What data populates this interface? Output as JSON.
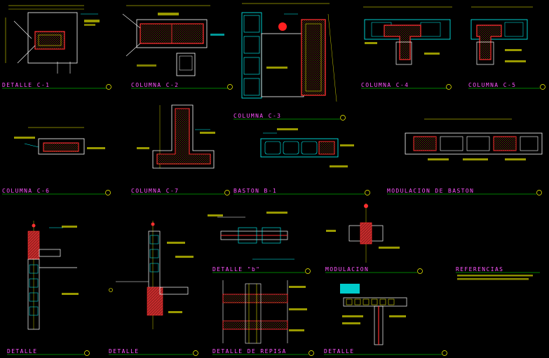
{
  "titles": {
    "detalle_c1": "DETALLE C-1",
    "columna_c2": "COLUMNA C-2",
    "columna_c3": "COLUMNA C-3",
    "columna_c4": "COLUMNA C-4",
    "columna_c5": "COLUMNA C-5",
    "columna_c6": "COLUMNA C-6",
    "columna_c7": "COLUMNA C-7",
    "baston_b1": "BASTON B-1",
    "modulacion_baston": "MODULACION DE BASTON",
    "detalle_b": "DETALLE \"b\"",
    "modulacion": "MODULACION",
    "referencias": "REFERENCIAS",
    "detalle_1": "DETALLE",
    "detalle_2": "DETALLE",
    "detalle_repisa": "DETALLE DE REPISA",
    "detalle_3": "DETALLE"
  },
  "colors": {
    "background": "#000000",
    "outline": "#ffffff",
    "dimension": "#ffff00",
    "rebar": "#ff3030",
    "leader": "#00ffff",
    "title": "#ff55ff",
    "underline": "#00ff00",
    "block": "#00ffff"
  },
  "icons": [
    "section-marker-icon",
    "break-line-icon",
    "rebar-dot-icon"
  ]
}
